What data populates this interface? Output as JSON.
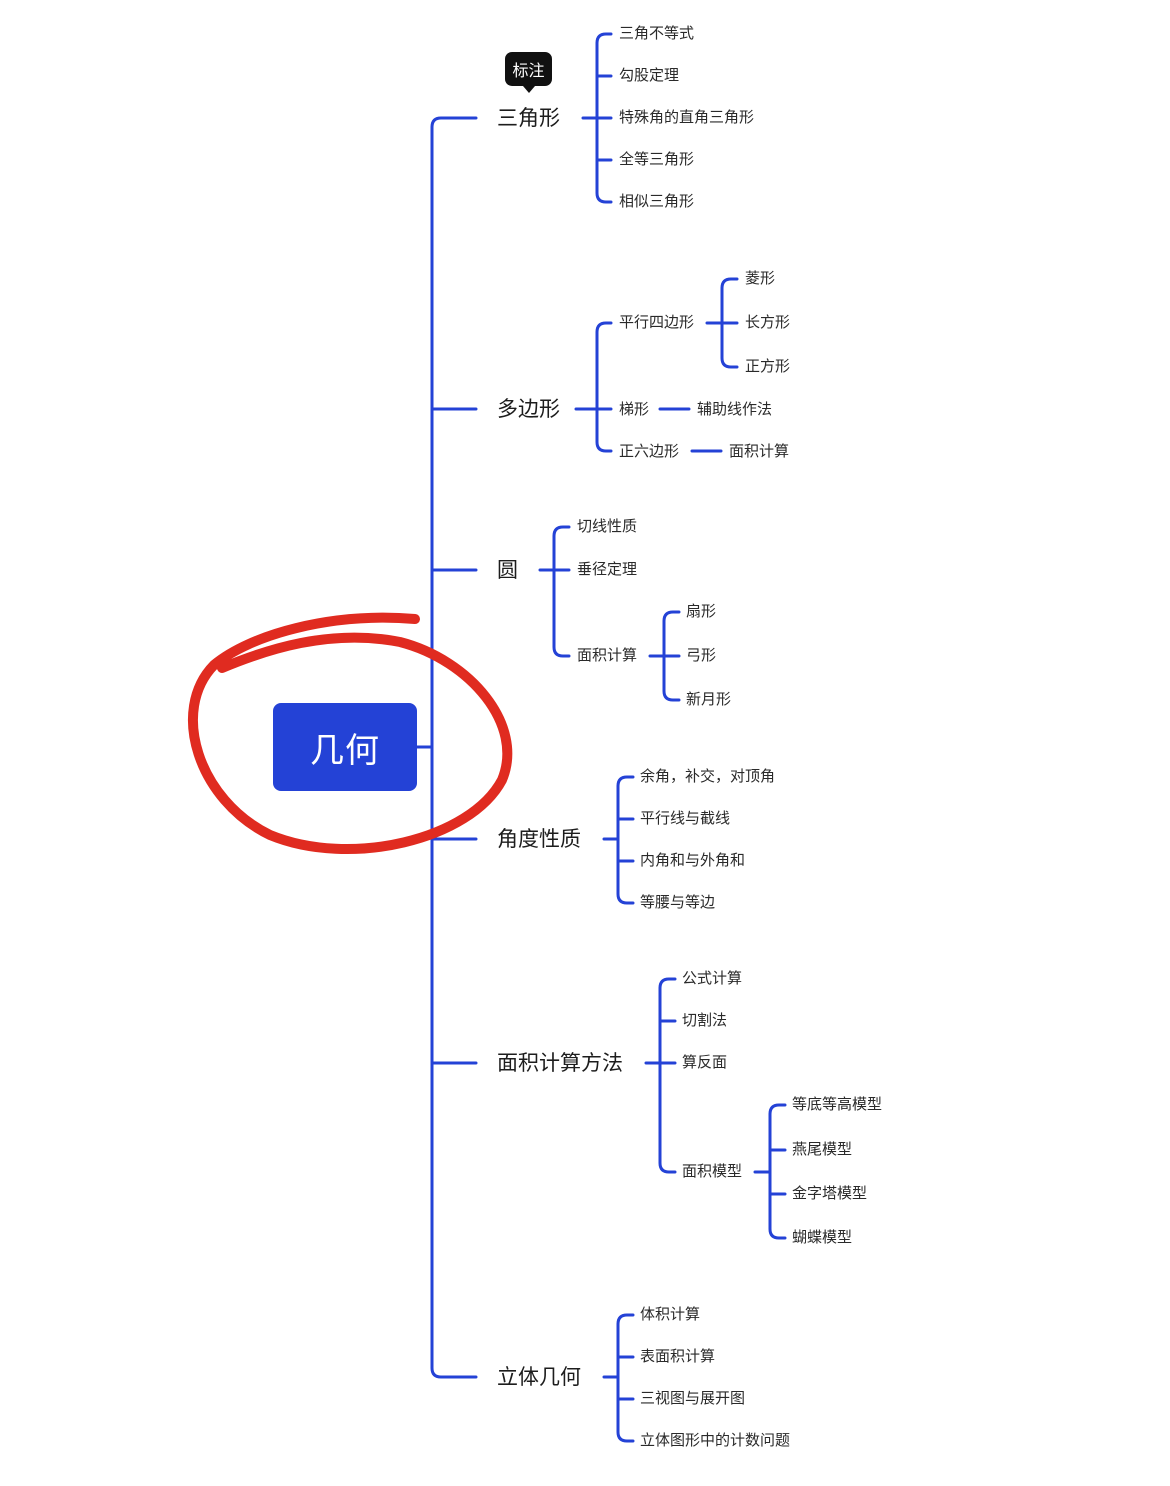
{
  "mindmap": {
    "root": {
      "label": "几何"
    },
    "annotation_tag": "标注",
    "colors": {
      "line": "#2442d6",
      "root_fill": "#2442d6",
      "highlight_circle": "#e02b20",
      "tag_fill": "#111111"
    },
    "branches": [
      {
        "label": "三角形",
        "children": [
          "三角不等式",
          "勾股定理",
          "特殊角的直角三角形",
          "全等三角形",
          "相似三角形"
        ]
      },
      {
        "label": "多边形",
        "parallelogram": {
          "label": "平行四边形",
          "children": [
            "菱形",
            "长方形",
            "正方形"
          ]
        },
        "trapezoid": {
          "label": "梯形",
          "child": "辅助线作法"
        },
        "hexagon": {
          "label": "正六边形",
          "child": "面积计算"
        }
      },
      {
        "label": "圆",
        "children": [
          "切线性质",
          "垂径定理"
        ],
        "area": {
          "label": "面积计算",
          "children": [
            "扇形",
            "弓形",
            "新月形"
          ]
        }
      },
      {
        "label": "角度性质",
        "children": [
          "余角，补交，对顶角",
          "平行线与截线",
          "内角和与外角和",
          "等腰与等边"
        ]
      },
      {
        "label": "面积计算方法",
        "children": [
          "公式计算",
          "切割法",
          "算反面"
        ],
        "models": {
          "label": "面积模型",
          "children": [
            "等底等高模型",
            "燕尾模型",
            "金字塔模型",
            "蝴蝶模型"
          ]
        }
      },
      {
        "label": "立体几何",
        "children": [
          "体积计算",
          "表面积计算",
          "三视图与展开图",
          "立体图形中的计数问题"
        ]
      }
    ]
  }
}
